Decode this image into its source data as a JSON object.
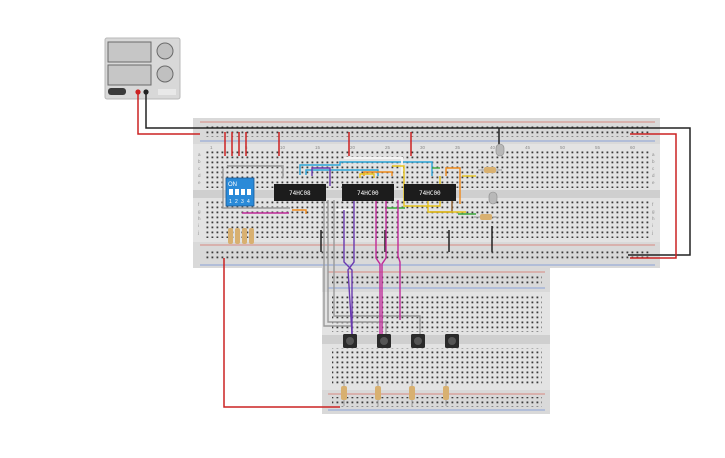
{
  "colors": {
    "board": "#e3e3e3",
    "hole": "#3a3a3a",
    "rail_red": "#d83a2a",
    "rail_blue": "#3a6ad8",
    "wire_red": "#cc2222",
    "wire_black": "#222222",
    "wire_cyan": "#2aa4d8",
    "wire_purple": "#6a3ab0",
    "wire_magenta": "#c02a9a",
    "wire_orange": "#f08a1a",
    "wire_yellow": "#e8c41a",
    "wire_green": "#3aa83a",
    "wire_grey": "#9a9a9a",
    "wire_white": "#f4f4f4",
    "wire_brown": "#8a5a2a",
    "chip": "#1c1c1c",
    "dip_switch": "#2a8ad8",
    "supply": "#d8d8d8"
  },
  "power_supply": {
    "terminal_icons": [
      "positive-terminal",
      "negative-terminal"
    ]
  },
  "dip_switch": {
    "on_label": "ON",
    "switch_numbers": [
      "1",
      "2",
      "3",
      "4"
    ]
  },
  "chips": [
    {
      "label": "74HC08"
    },
    {
      "label": "74HC00"
    },
    {
      "label": "74HC00"
    }
  ],
  "breadboard_main": {
    "row_letters_top": [
      "a",
      "b",
      "c",
      "d",
      "e"
    ],
    "row_letters_bottom": [
      "f",
      "g",
      "h",
      "i",
      "j"
    ],
    "column_numbers": [
      "1",
      "5",
      "10",
      "15",
      "20",
      "25",
      "30",
      "35",
      "40",
      "45",
      "50",
      "55",
      "60"
    ]
  },
  "breadboard_small": {
    "button_count": 4,
    "resistor_count": 4
  },
  "leds": [
    {
      "color_name": "grey"
    },
    {
      "color_name": "grey"
    }
  ]
}
